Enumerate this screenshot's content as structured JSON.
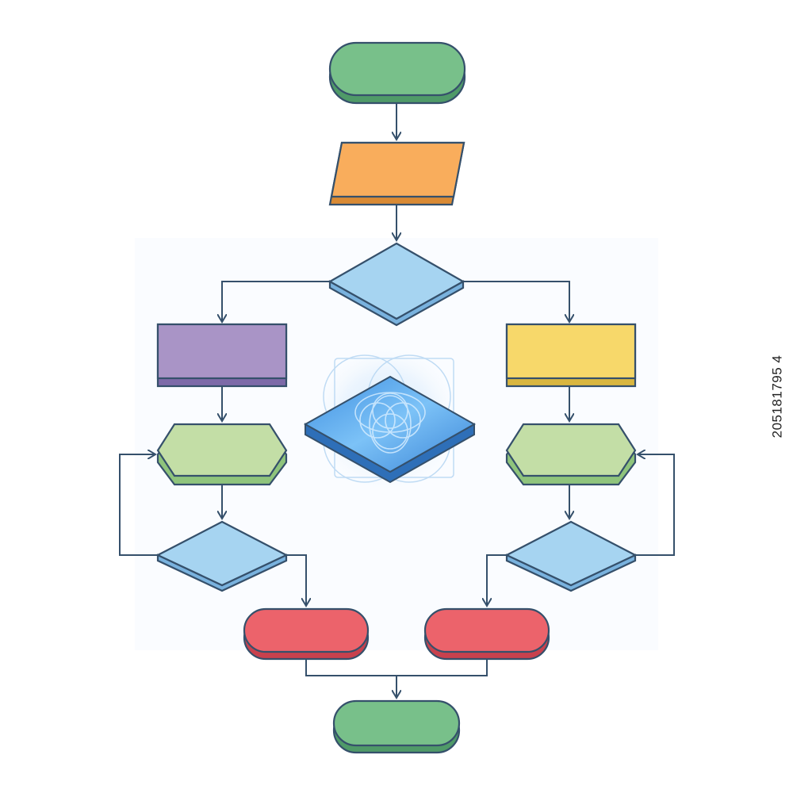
{
  "diagram": {
    "type": "flowchart",
    "nodes": [
      {
        "id": "start",
        "shape": "terminator",
        "label": ""
      },
      {
        "id": "input",
        "shape": "parallelogram",
        "label": ""
      },
      {
        "id": "decision-main",
        "shape": "diamond",
        "label": ""
      },
      {
        "id": "process-left",
        "shape": "rectangle",
        "label": ""
      },
      {
        "id": "process-right",
        "shape": "rectangle",
        "label": ""
      },
      {
        "id": "prep-left",
        "shape": "hexagon",
        "label": ""
      },
      {
        "id": "prep-right",
        "shape": "hexagon",
        "label": ""
      },
      {
        "id": "decision-left",
        "shape": "diamond",
        "label": ""
      },
      {
        "id": "decision-right",
        "shape": "diamond",
        "label": ""
      },
      {
        "id": "end-left",
        "shape": "terminator",
        "label": ""
      },
      {
        "id": "end-right",
        "shape": "terminator",
        "label": ""
      },
      {
        "id": "finish",
        "shape": "terminator",
        "label": ""
      }
    ],
    "edges": [
      [
        "start",
        "input"
      ],
      [
        "input",
        "decision-main"
      ],
      [
        "decision-main",
        "process-left"
      ],
      [
        "decision-main",
        "process-right"
      ],
      [
        "process-left",
        "prep-left"
      ],
      [
        "process-right",
        "prep-right"
      ],
      [
        "prep-left",
        "decision-left"
      ],
      [
        "prep-right",
        "decision-right"
      ],
      [
        "decision-left",
        "prep-left"
      ],
      [
        "decision-right",
        "prep-right"
      ],
      [
        "decision-left",
        "end-left"
      ],
      [
        "decision-right",
        "end-right"
      ],
      [
        "end-left",
        "finish"
      ],
      [
        "end-right",
        "finish"
      ]
    ]
  },
  "colors": {
    "outline": "#35506b",
    "green": "#78c08a",
    "green_dark": "#4f9a68",
    "orange": "#f9ad5c",
    "orange_dark": "#d98a34",
    "blue": "#a6d4f1",
    "blue_dark": "#79b2de",
    "purple": "#a994c6",
    "purple_dark": "#7d6aa8",
    "yellow": "#f7d86a",
    "yellow_dark": "#d9b63f",
    "light_green": "#c3dea6",
    "light_green_dark": "#8fc47c",
    "red": "#ec636b",
    "red_dark": "#c8414d",
    "chip_blue": "#4d9ee7",
    "chip_dark": "#2e6fb8"
  },
  "center_icon": "isometric-chip-icon",
  "watermark_id": "205181795 4"
}
